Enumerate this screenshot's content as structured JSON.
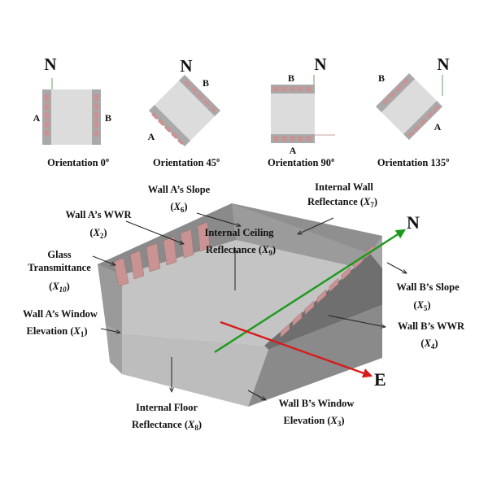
{
  "colors": {
    "room_light": "#d9d9d9",
    "room_mid": "#b3b3b3",
    "room_dark": "#8a8a8a",
    "window": "#c99393",
    "north_arrow": "#1c9a1c",
    "east_arrow": "#d71b1b"
  },
  "orientations": [
    {
      "north": "N",
      "wall_a": "A",
      "wall_b": "B",
      "caption": "Orientation 0",
      "degree": "o"
    },
    {
      "north": "N",
      "wall_a": "A",
      "wall_b": "B",
      "caption": "Orientation 45",
      "degree": "o"
    },
    {
      "north": "N",
      "wall_a": "A",
      "wall_b": "B",
      "caption": "Orientation 90",
      "degree": "o"
    },
    {
      "north": "N",
      "wall_a": "A",
      "wall_b": "B",
      "caption": "Orientation 135",
      "degree": "o"
    }
  ],
  "labels": {
    "wall_a_slope": {
      "line1": "Wall A’s Slope",
      "var": "X",
      "sub": "6"
    },
    "wall_a_wwr": {
      "line1": "Wall A’s WWR",
      "var": "X",
      "sub": "2"
    },
    "glass_transmittance": {
      "line1": "Glass",
      "line2": "Transmittance",
      "var": "X",
      "sub": "10"
    },
    "wall_a_elevation": {
      "line1": "Wall A’s Window",
      "line2": "Elevation",
      "var": "X",
      "sub": "1"
    },
    "internal_wall": {
      "line1": "Internal Wall",
      "line2": "Reflectance",
      "var": "X",
      "sub": "7"
    },
    "internal_ceiling": {
      "line1": "Internal Ceiling",
      "line2": "Reflectance",
      "var": "X",
      "sub": "9"
    },
    "wall_b_slope": {
      "line1": "Wall B’s Slope",
      "var": "X",
      "sub": "5"
    },
    "wall_b_wwr": {
      "line1": "Wall B’s WWR",
      "var": "X",
      "sub": "4"
    },
    "internal_floor": {
      "line1": "Internal Floor",
      "line2": "Reflectance",
      "var": "X",
      "sub": "8"
    },
    "wall_b_elevation": {
      "line1": "Wall B’s Window",
      "line2": "Elevation",
      "var": "X",
      "sub": "3"
    }
  },
  "compass": {
    "north": "N",
    "east": "E"
  }
}
